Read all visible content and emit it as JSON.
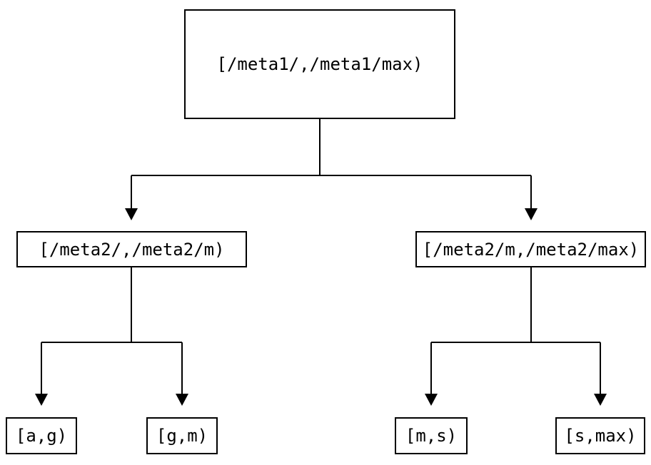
{
  "diagram": {
    "type": "binary-interval-tree",
    "colors": {
      "ink": "#000000",
      "background": "#ffffff"
    },
    "root": {
      "label": "[/meta1/,/meta1/max)"
    },
    "level2": [
      {
        "label": "[/meta2/,/meta2/m)"
      },
      {
        "label": "[/meta2/m,/meta2/max)"
      }
    ],
    "leaves": [
      {
        "label": "[a,g)"
      },
      {
        "label": "[g,m)"
      },
      {
        "label": "[m,s)"
      },
      {
        "label": "[s,max)"
      }
    ],
    "edges": [
      {
        "from": "root",
        "to": "meta2-left"
      },
      {
        "from": "root",
        "to": "meta2-right"
      },
      {
        "from": "meta2-left",
        "to": "leaf-a-g"
      },
      {
        "from": "meta2-left",
        "to": "leaf-g-m"
      },
      {
        "from": "meta2-right",
        "to": "leaf-m-s"
      },
      {
        "from": "meta2-right",
        "to": "leaf-s-max"
      }
    ]
  }
}
